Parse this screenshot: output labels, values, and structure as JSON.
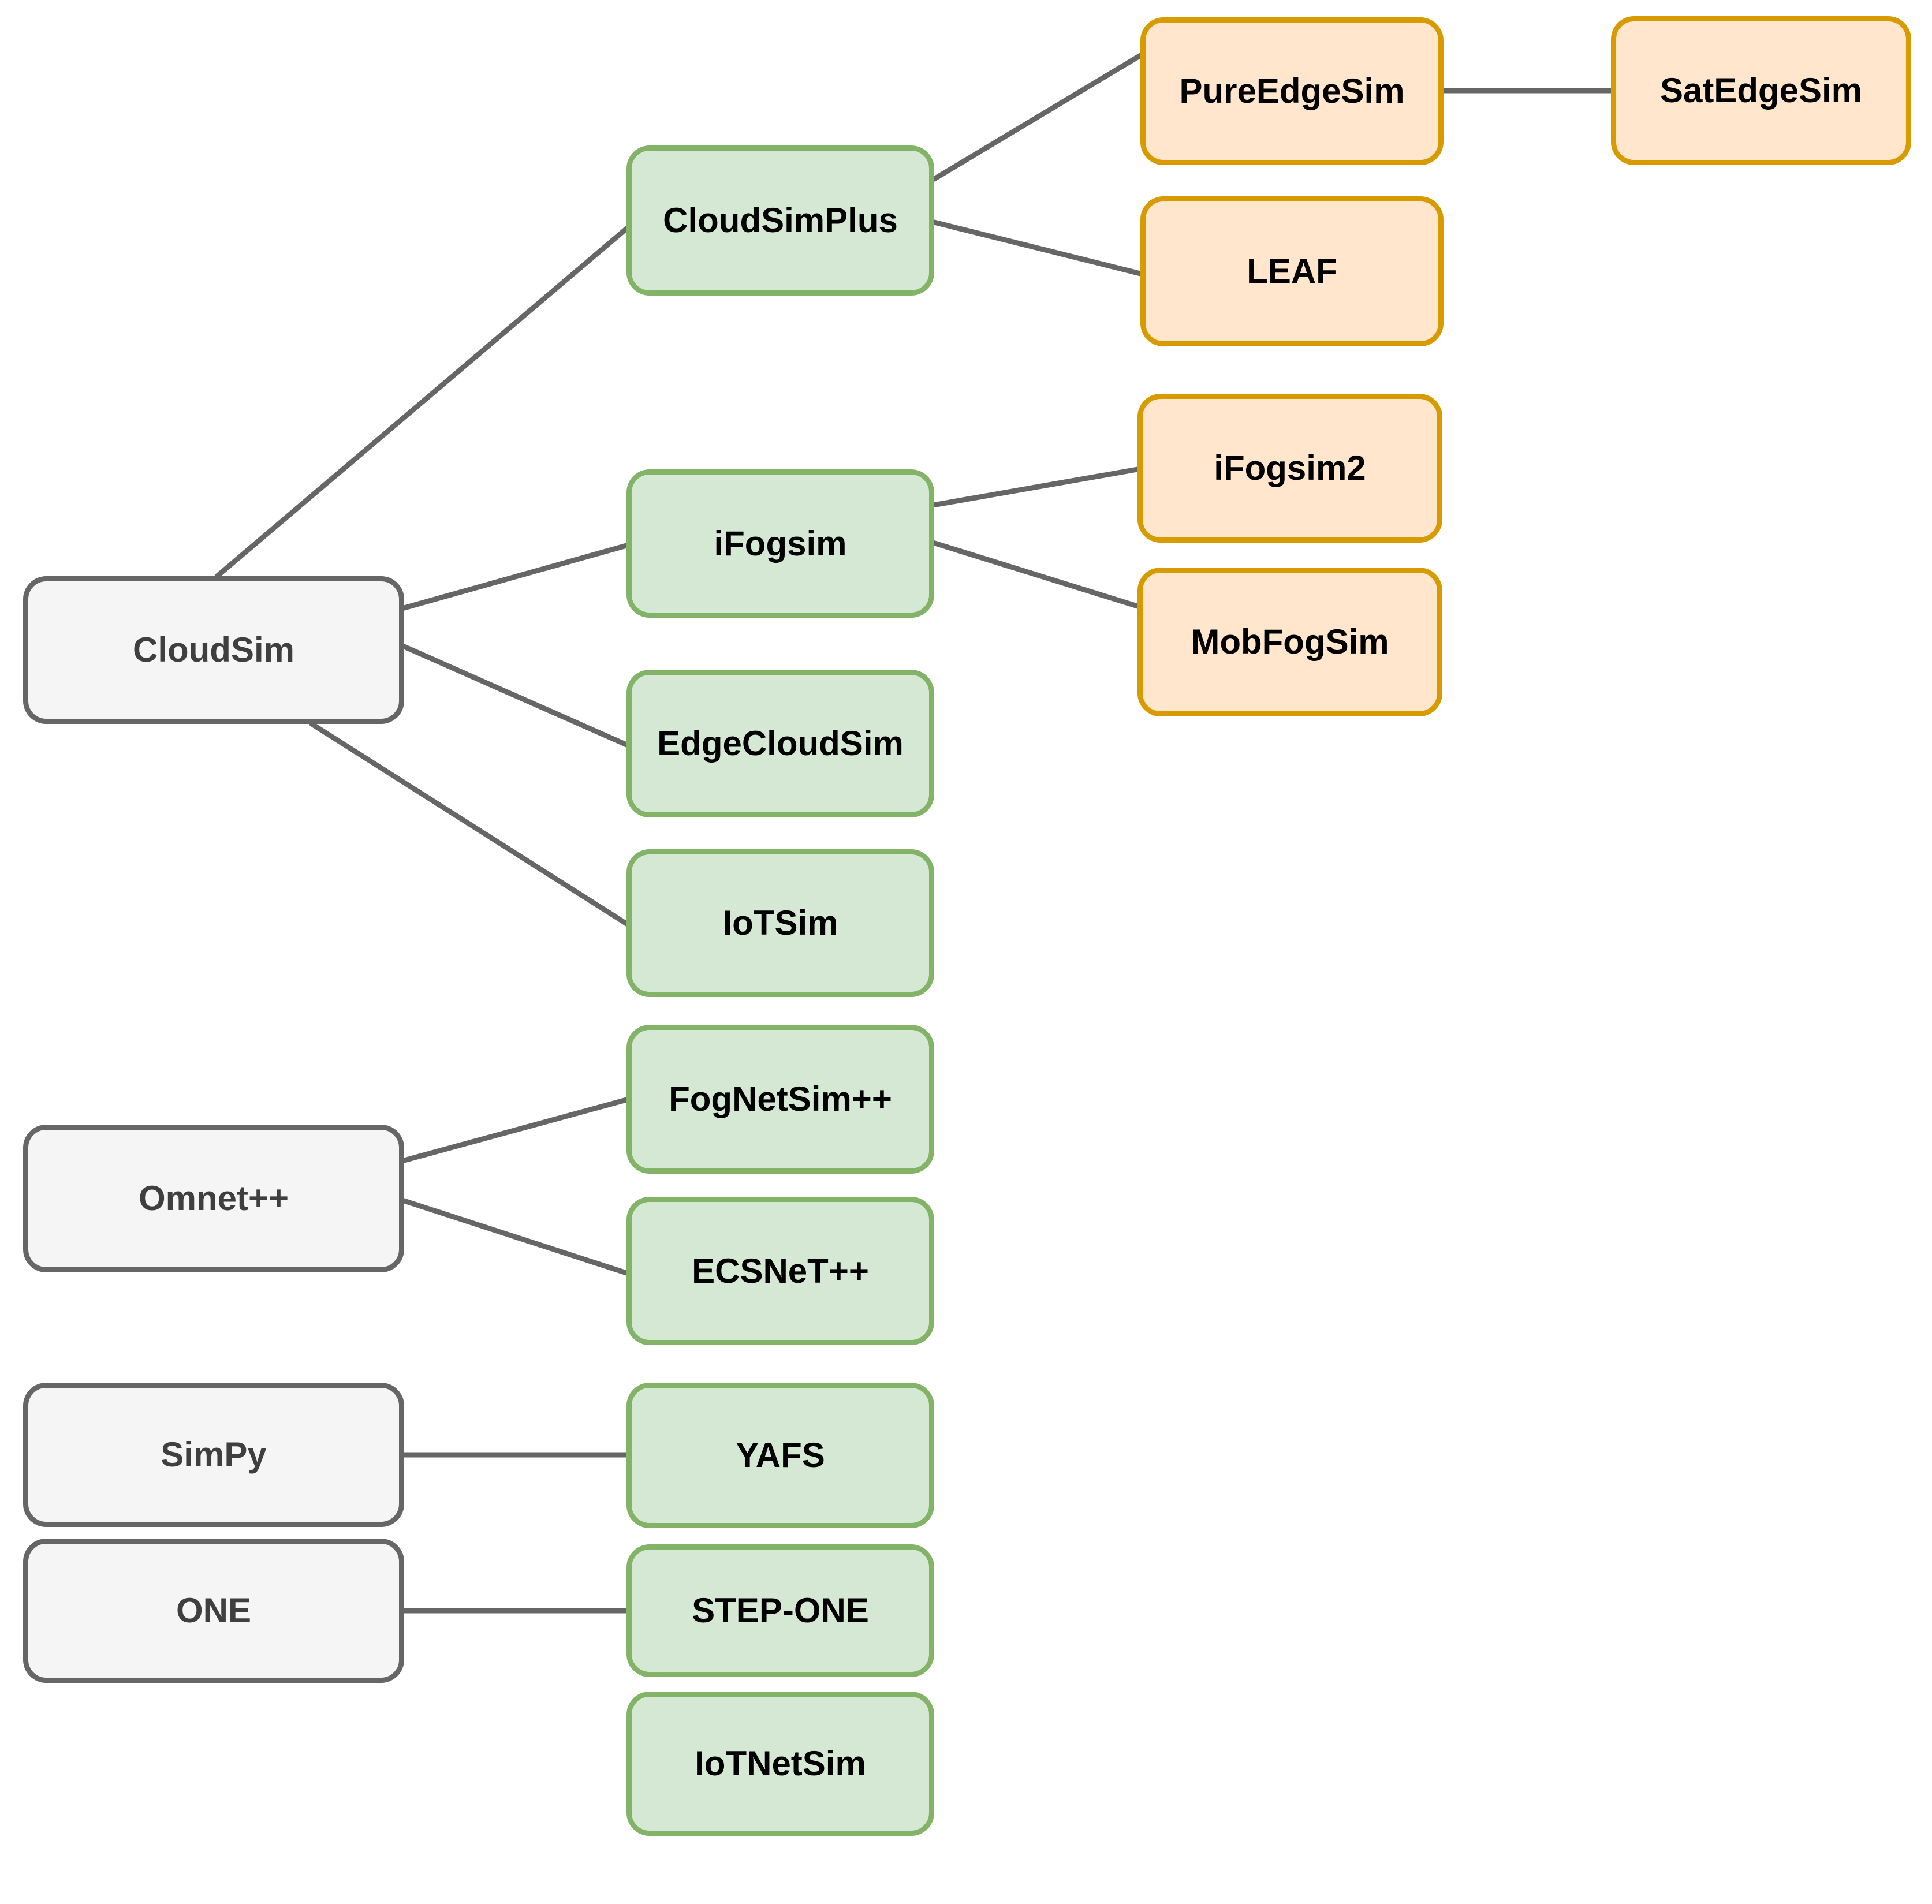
{
  "diagram": {
    "description": "Family tree of cloud/fog/edge computing simulators",
    "background": "#ffffff"
  },
  "palette": {
    "base_fill": "#f5f5f5",
    "base_stroke": "#666666",
    "base_text": "#3f3f3f",
    "derived_fill": "#d5e8d4",
    "derived_stroke": "#82b366",
    "extension_fill": "#ffe6cc",
    "extension_stroke": "#d79b00",
    "edge_color": "#666666",
    "node_text": "#000000"
  },
  "nodes": [
    {
      "id": "cloudsim",
      "label": "CloudSim",
      "group": "gray"
    },
    {
      "id": "omnetpp",
      "label": "Omnet++",
      "group": "gray"
    },
    {
      "id": "simpy",
      "label": "SimPy",
      "group": "gray"
    },
    {
      "id": "one",
      "label": "ONE",
      "group": "gray"
    },
    {
      "id": "cloudsimplus",
      "label": "CloudSimPlus",
      "group": "green"
    },
    {
      "id": "ifogsim",
      "label": "iFogsim",
      "group": "green"
    },
    {
      "id": "edgecloudsim",
      "label": "EdgeCloudSim",
      "group": "green"
    },
    {
      "id": "iotsim",
      "label": "IoTSim",
      "group": "green"
    },
    {
      "id": "fognetsimpp",
      "label": "FogNetSim++",
      "group": "green"
    },
    {
      "id": "ecsnetpp",
      "label": "ECSNeT++",
      "group": "green"
    },
    {
      "id": "yafs",
      "label": "YAFS",
      "group": "green"
    },
    {
      "id": "stepone",
      "label": "STEP-ONE",
      "group": "green"
    },
    {
      "id": "iotnetsim",
      "label": "IoTNetSim",
      "group": "green"
    },
    {
      "id": "pureedgesim",
      "label": "PureEdgeSim",
      "group": "orange"
    },
    {
      "id": "leaf",
      "label": "LEAF",
      "group": "orange"
    },
    {
      "id": "ifogsim2",
      "label": "iFogsim2",
      "group": "orange"
    },
    {
      "id": "mobfogsim",
      "label": "MobFogSim",
      "group": "orange"
    },
    {
      "id": "satedgesim",
      "label": "SatEdgeSim",
      "group": "orange"
    }
  ],
  "edges": [
    {
      "from": "cloudsim",
      "to": "cloudsimplus"
    },
    {
      "from": "cloudsim",
      "to": "ifogsim"
    },
    {
      "from": "cloudsim",
      "to": "edgecloudsim"
    },
    {
      "from": "cloudsim",
      "to": "iotsim"
    },
    {
      "from": "cloudsimplus",
      "to": "pureedgesim"
    },
    {
      "from": "cloudsimplus",
      "to": "leaf"
    },
    {
      "from": "pureedgesim",
      "to": "satedgesim"
    },
    {
      "from": "ifogsim",
      "to": "ifogsim2"
    },
    {
      "from": "ifogsim",
      "to": "mobfogsim"
    },
    {
      "from": "omnetpp",
      "to": "fognetsimpp"
    },
    {
      "from": "omnetpp",
      "to": "ecsnetpp"
    },
    {
      "from": "simpy",
      "to": "yafs"
    },
    {
      "from": "one",
      "to": "stepone"
    }
  ]
}
